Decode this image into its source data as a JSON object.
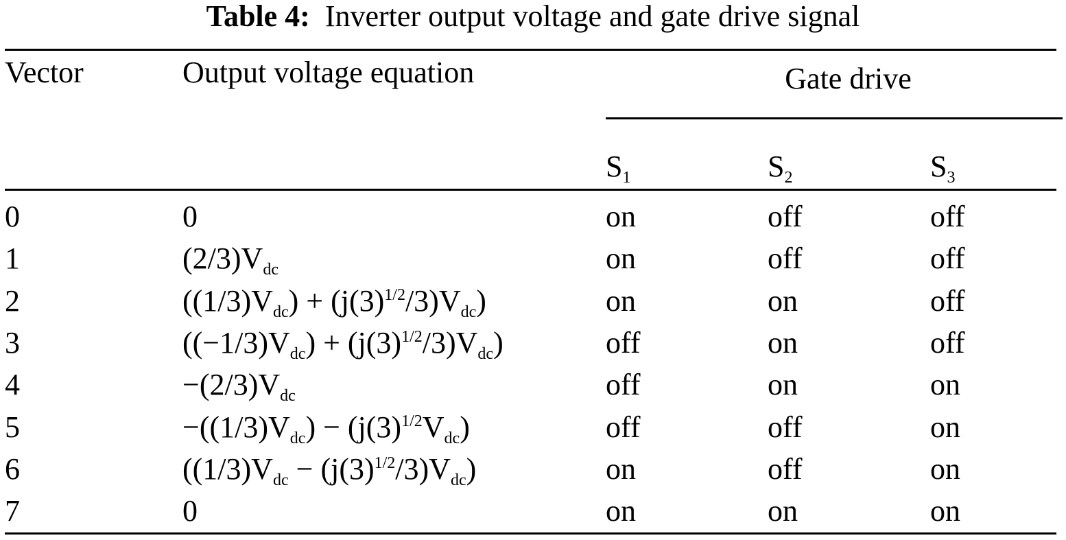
{
  "caption": {
    "label": "Table 4:",
    "text": "Inverter output voltage and gate drive signal"
  },
  "headers": {
    "vector": "Vector",
    "equation": "Output voltage equation",
    "gate_drive": "Gate drive",
    "switches": [
      {
        "base": "S",
        "sub": "1"
      },
      {
        "base": "S",
        "sub": "2"
      },
      {
        "base": "S",
        "sub": "3"
      }
    ]
  },
  "rows": [
    {
      "vector": "0",
      "equation": [
        {
          "t": "0"
        }
      ],
      "s1": "on",
      "s2": "off",
      "s3": "off"
    },
    {
      "vector": "1",
      "equation": [
        {
          "t": "(2/3)V"
        },
        {
          "sub": "dc"
        }
      ],
      "s1": "on",
      "s2": "off",
      "s3": "off"
    },
    {
      "vector": "2",
      "equation": [
        {
          "t": "((1/3)V"
        },
        {
          "sub": "dc"
        },
        {
          "t": ") + (j(3)"
        },
        {
          "sup": "1/2"
        },
        {
          "t": "/3)V"
        },
        {
          "sub": "dc"
        },
        {
          "t": ")"
        }
      ],
      "s1": "on",
      "s2": "on",
      "s3": "off"
    },
    {
      "vector": "3",
      "equation": [
        {
          "t": "((−1/3)V"
        },
        {
          "sub": "dc"
        },
        {
          "t": ") + (j(3)"
        },
        {
          "sup": "1/2"
        },
        {
          "t": "/3)V"
        },
        {
          "sub": "dc"
        },
        {
          "t": ")"
        }
      ],
      "s1": "off",
      "s2": "on",
      "s3": "off"
    },
    {
      "vector": "4",
      "equation": [
        {
          "t": "−(2/3)V"
        },
        {
          "sub": "dc"
        }
      ],
      "s1": "off",
      "s2": "on",
      "s3": "on"
    },
    {
      "vector": "5",
      "equation": [
        {
          "t": "−((1/3)V"
        },
        {
          "sub": "dc"
        },
        {
          "t": ") − (j(3)"
        },
        {
          "sup": "1/2"
        },
        {
          "t": "V"
        },
        {
          "sub": "dc"
        },
        {
          "t": ")"
        }
      ],
      "s1": "off",
      "s2": "off",
      "s3": "on"
    },
    {
      "vector": "6",
      "equation": [
        {
          "t": "((1/3)V"
        },
        {
          "sub": "dc"
        },
        {
          "t": " − (j(3)"
        },
        {
          "sup": "1/2"
        },
        {
          "t": "/3)V"
        },
        {
          "sub": "dc"
        },
        {
          "t": ")"
        }
      ],
      "s1": "on",
      "s2": "off",
      "s3": "on"
    },
    {
      "vector": "7",
      "equation": [
        {
          "t": "0"
        }
      ],
      "s1": "on",
      "s2": "on",
      "s3": "on"
    }
  ]
}
